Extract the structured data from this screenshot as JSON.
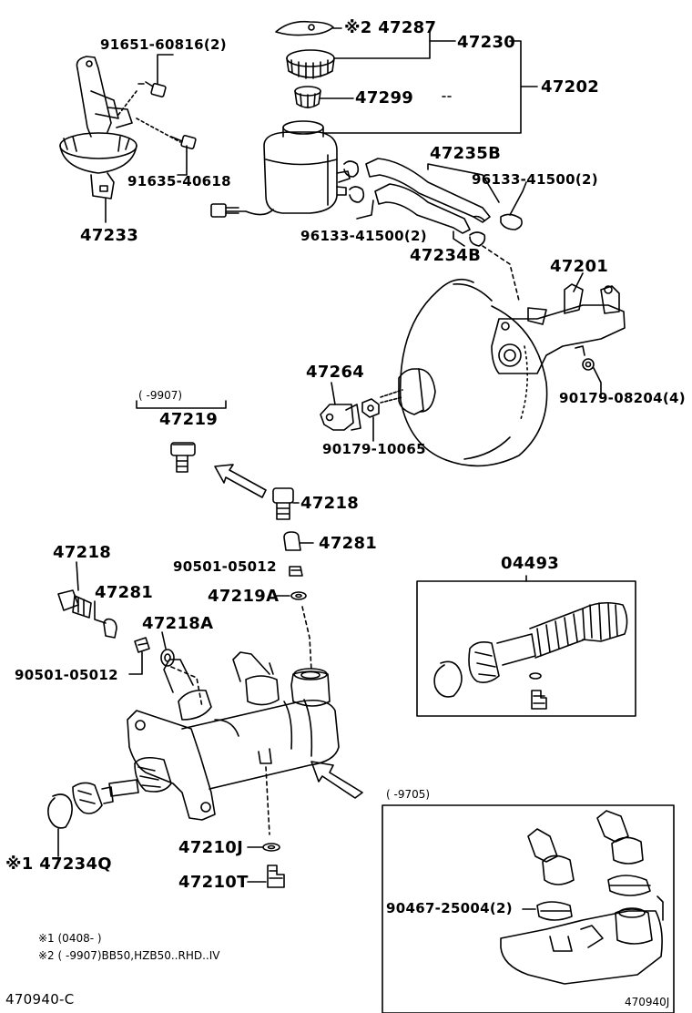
{
  "labels": {
    "p47287": "※2 47287",
    "p47230": "47230",
    "p47202": "47202",
    "p47299": "47299",
    "p91651": "91651-60816(2)",
    "p91635": "91635-40618",
    "p47233": "47233",
    "p47235b": "47235B",
    "p96133a": "96133-41500(2)",
    "p96133b": "96133-41500(2)",
    "p47234b": "47234B",
    "p47201": "47201",
    "p47264": "47264",
    "p90179a": "90179-08204(4)",
    "p90179b": "90179-10065",
    "p47219_range": "(      -9907)",
    "p47219": "47219",
    "p47218a": "47218",
    "p47281a": "47281",
    "p90501a": "90501-05012",
    "p47219a": "47219A",
    "p04493": "04493",
    "p47218b": "47218",
    "p47281b": "47281",
    "p47218A": "47218A",
    "p90501b": "90501-05012",
    "p47210j": "47210J",
    "p47210t": "47210T",
    "p47234q": "※1 47234Q",
    "p9705_range": "(      -9705)",
    "p90467": "90467-25004(2)"
  },
  "notes": {
    "note1": "※1 (0408-      )",
    "note2": "※2 (      -9907)BB50,HZB50..RHD..IV"
  },
  "codes": {
    "left": "470940-C",
    "right": "470940J"
  }
}
